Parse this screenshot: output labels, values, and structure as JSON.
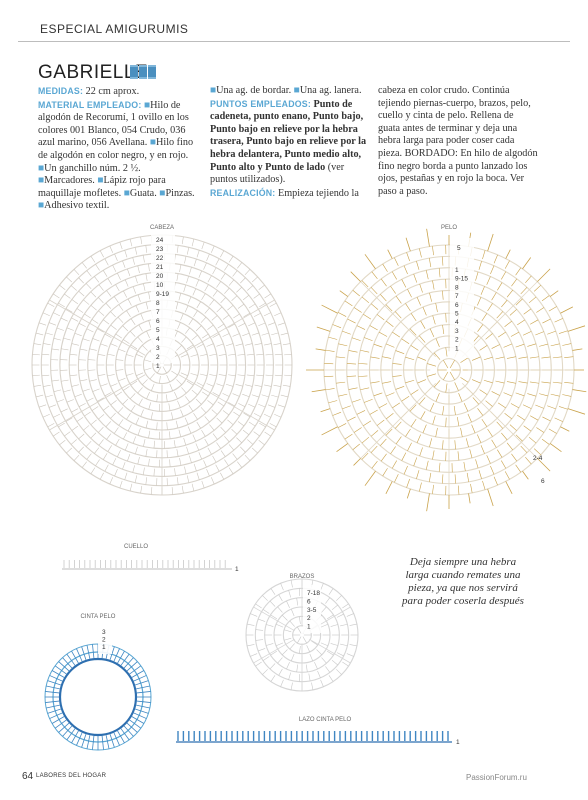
{
  "header": {
    "section": "ESPECIAL AMIGURUMIS"
  },
  "article": {
    "title": "GABRIELLE",
    "medidas_label": "MEDIDAS:",
    "medidas_value": "22 cm aprox.",
    "material_label": "MATERIAL EMPLEADO:",
    "material_p1": "Hilo de algodón de Recorumí, 1 ovillo en los colores 001 Blanco, 054 Crudo, 036 azul marino, 056 Avellana.",
    "material_p2": "Hilo fino de algodón en color negro, y en rojo.",
    "material_p3": "Un ganchillo núm. 2 ½.",
    "material_p4": "Marcadores.",
    "material_p5": "Lápiz rojo para maquillaje mofletes.",
    "material_p6": "Guata.",
    "material_p7": "Pinzas.",
    "material_p8": "Adhesivo textil.",
    "col2_p1": "Una ag. de bordar.",
    "col2_p2": "Una ag. lanera.",
    "puntos_label": "PUNTOS EMPLEADOS:",
    "puntos_value": "Punto de cadeneta, punto enano, Punto bajo, Punto bajo en relieve por la hebra trasera, Punto bajo en relieve por la hebra delantera, Punto medio alto, Punto alto y Punto de lado",
    "puntos_tail": "(ver puntos utilizados).",
    "realizacion_label": "REALIZACIÓN:",
    "realizacion_value": "Empieza tejiendo la",
    "col3_text": "cabeza en color crudo. Continúa tejiendo piernas-cuerpo, brazos, pelo, cuello y cinta de pelo. Rellena de guata antes de terminar y deja una hebra larga para poder coser cada pieza. BORDADO: En hilo de algodón fino negro borda a punto lanzado los ojos, pestañas y en rojo la boca. Ver paso a paso."
  },
  "diagrams": {
    "cabeza": {
      "label": "CABEZA",
      "rows": [
        "24",
        "23",
        "22",
        "21",
        "20",
        "10",
        "9-19",
        "8",
        "7",
        "6",
        "5",
        "4",
        "3",
        "2",
        "1"
      ]
    },
    "pelo": {
      "label": "PELO",
      "rows": [
        "5",
        "1",
        "9-15",
        "8",
        "7",
        "6",
        "5",
        "4",
        "3",
        "2",
        "1"
      ],
      "side_labels": [
        "2-4",
        "6"
      ]
    },
    "cuello": {
      "label": "CUELLO",
      "rows": [
        "1"
      ]
    },
    "brazos": {
      "label": "BRAZOS",
      "rows": [
        "7-18",
        "6",
        "3-5",
        "2",
        "1"
      ]
    },
    "cinta_pelo": {
      "label": "CINTA PELO",
      "rows": [
        "3",
        "2",
        "1"
      ]
    },
    "lazo_cinta_pelo": {
      "label": "LAZO CINTA PELO",
      "rows": [
        "1"
      ]
    }
  },
  "quote": "Deja siempre una hebra larga cuando remates una pieza, ya que nos servirá para poder coserla después",
  "footer": {
    "page_number": "64",
    "magazine": "LABORES DEL HOGAR",
    "watermark": "PassionForum.ru"
  },
  "colors": {
    "accent": "#5aa7d3",
    "diagram_line": "#cfcac2",
    "pelo_stitch": "#c9a24a",
    "cinta_blue": "#2e6fb0"
  }
}
